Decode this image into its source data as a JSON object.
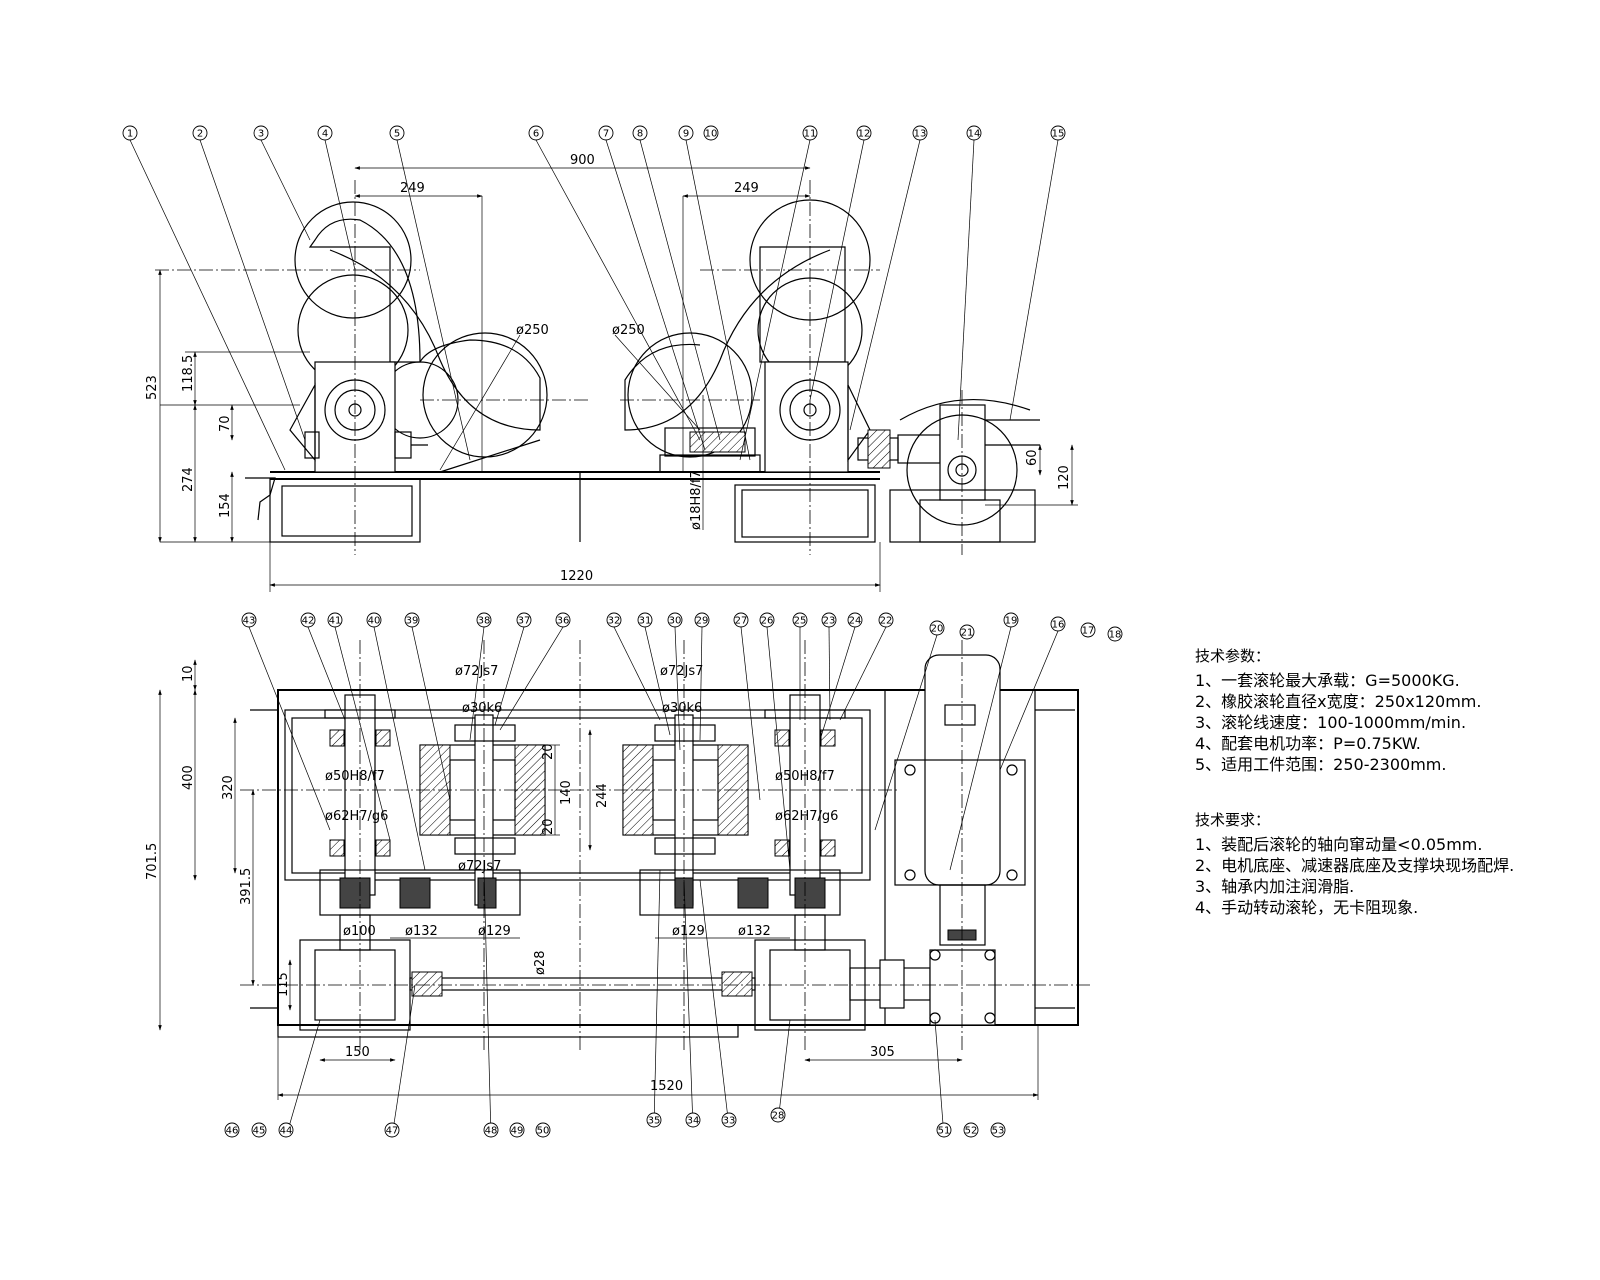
{
  "top_view": {
    "dimensions": {
      "center_distance": "900",
      "offset_left": "249",
      "offset_right": "249",
      "wheel_dia_left": "ø250",
      "wheel_dia_right": "ø250",
      "total_height": "523",
      "h_118_5": "118.5",
      "h_70": "70",
      "h_274": "274",
      "h_154": "154",
      "bore_fit": "ø18H8/f7",
      "h_60": "60",
      "h_120": "120",
      "total_length": "1220"
    }
  },
  "plan_view": {
    "dimensions": {
      "d10": "10",
      "d400": "400",
      "d320": "320",
      "d701_5": "701.5",
      "d391_5": "391.5",
      "d115": "115",
      "d150": "150",
      "d1520": "1520",
      "d305": "305",
      "d140": "140",
      "d244": "244",
      "d20a": "20",
      "d20b": "20",
      "d28": "ø28",
      "d132a": "ø132",
      "d129a": "ø129",
      "d129b": "ø129",
      "d132b": "ø132",
      "fit72a": "ø72Js7",
      "fit72b": "ø72Js7",
      "fit30a": "ø30k6",
      "fit30b": "ø30k6",
      "fit50a": "ø50H8/f7",
      "fit50b": "ø50H8/f7",
      "fit62a": "ø62H7/g6",
      "fit62b": "ø62H7/g6",
      "fit72c": "ø72Js7",
      "fit100": "ø100"
    }
  },
  "balloons": {
    "top": [
      "1",
      "2",
      "3",
      "4",
      "5",
      "6",
      "7",
      "8",
      "9",
      "10",
      "11",
      "12",
      "13",
      "14",
      "15"
    ],
    "plan_top": [
      "43",
      "42",
      "41",
      "40",
      "39",
      "38",
      "37",
      "36",
      "32",
      "31",
      "30",
      "29",
      "27",
      "26",
      "25",
      "23",
      "24",
      "22",
      "20",
      "21",
      "19",
      "16",
      "17",
      "18"
    ],
    "plan_bottom": [
      "46",
      "45",
      "44",
      "47",
      "48",
      "49",
      "50",
      "35",
      "34",
      "33",
      "28",
      "51",
      "52",
      "53"
    ]
  },
  "tech_params": {
    "title": "技术参数：",
    "items": [
      "1、一套滚轮最大承载：G=5000KG.",
      "2、橡胶滚轮直径x宽度：250x120mm.",
      "3、滚轮线速度：100-1000mm/min.",
      "4、配套电机功率：P=0.75KW.",
      "5、适用工件范围：250-2300mm."
    ]
  },
  "tech_reqs": {
    "title": "技术要求：",
    "items": [
      "1、装配后滚轮的轴向窜动量<0.05mm.",
      "2、电机底座、减速器底座及支撑块现场配焊.",
      "3、轴承内加注润滑脂.",
      "4、手动转动滚轮，无卡阻现象."
    ]
  }
}
